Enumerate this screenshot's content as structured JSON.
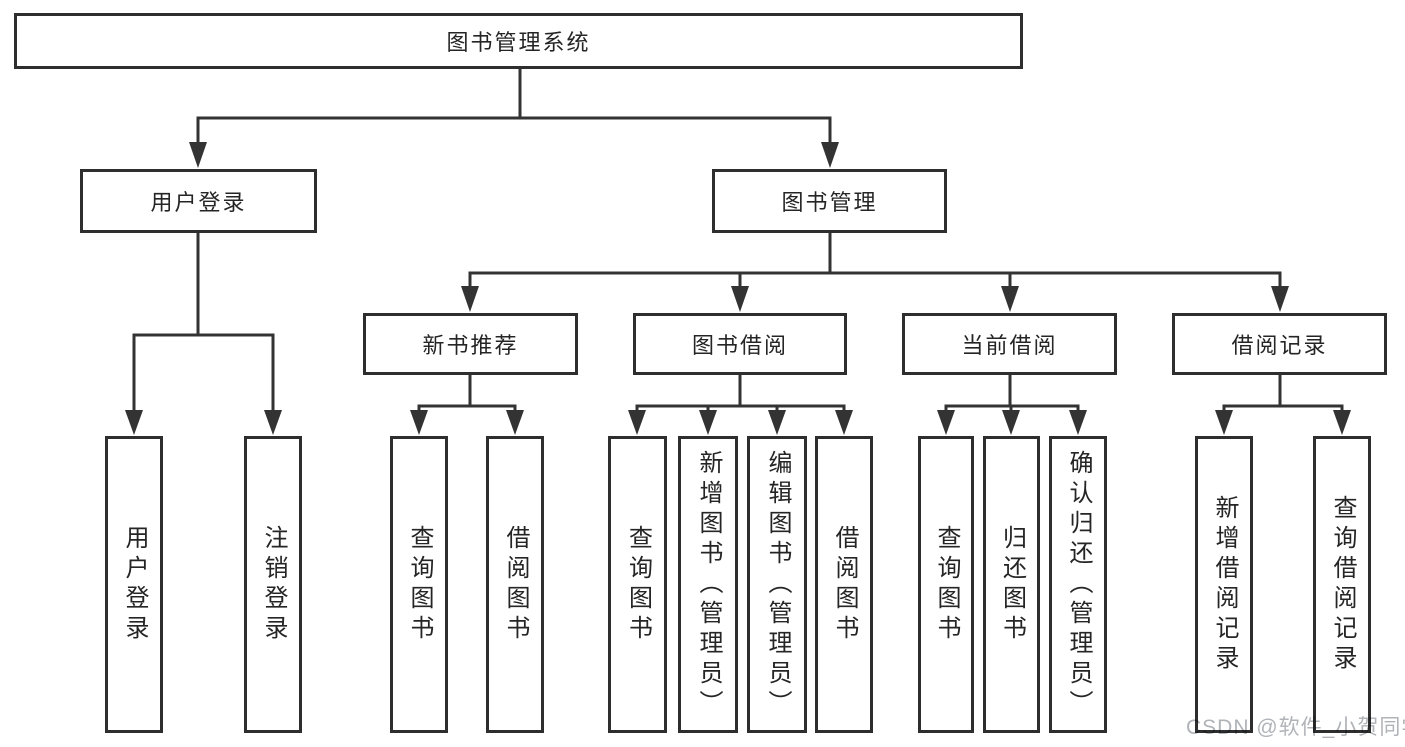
{
  "diagram": {
    "root": {
      "label": "图书管理系统"
    },
    "branch_user": {
      "label": "用户登录",
      "leaves": [
        "用户登录",
        "注销登录"
      ]
    },
    "branch_book": {
      "label": "图书管理",
      "children": [
        {
          "label": "新书推荐",
          "leaves": [
            "查询图书",
            "借阅图书"
          ]
        },
        {
          "label": "图书借阅",
          "leaves": [
            "查询图书",
            "新增图书（管理员）",
            "编辑图书（管理员）",
            "借阅图书"
          ]
        },
        {
          "label": "当前借阅",
          "leaves": [
            "查询图书",
            "归还图书",
            "确认归还（管理员）"
          ]
        },
        {
          "label": "借阅记录",
          "leaves": [
            "新增借阅记录",
            "查询借阅记录"
          ]
        }
      ]
    }
  },
  "watermark": {
    "text": "CSDN @软件_小贺同学"
  },
  "colors": {
    "line": "#333333",
    "box_border": "#2e2e2e",
    "text": "#252525",
    "watermark": "#b0b3b8",
    "background": "#ffffff"
  }
}
